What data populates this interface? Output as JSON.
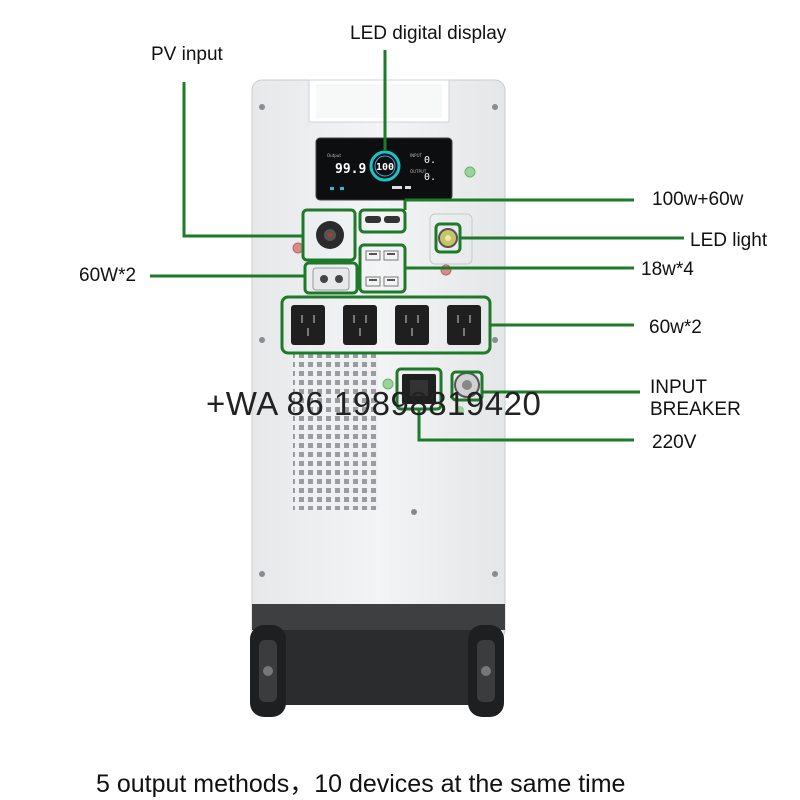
{
  "labels": {
    "led_display": "LED digital display",
    "pv_input": "PV input",
    "usb_c": "100w+60w",
    "led_light": "LED light",
    "usb_a": "18w*4",
    "dc_output": "60W*2",
    "ac_output": "60w*2",
    "input_breaker": "INPUT\nBREAKER",
    "ac_input": "220V"
  },
  "watermark": "+WA 86  19898819420",
  "caption": "5 output methods，10 devices at the same time",
  "display": {
    "left_value": "99.9",
    "center_value": "100",
    "right_top": "0.",
    "right_bottom": "0."
  },
  "colors": {
    "callout_green": "#1e7a2a",
    "body": "#eef0f1",
    "dark": "#2a2a2a"
  }
}
